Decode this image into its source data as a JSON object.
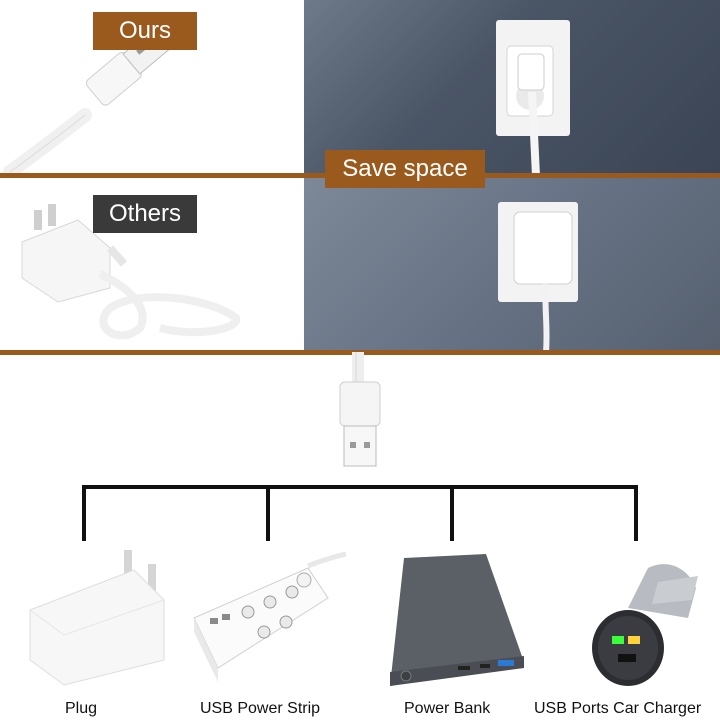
{
  "top_section": {
    "ours_label": "Ours",
    "others_label": "Others",
    "save_space_label": "Save space"
  },
  "compatible_devices": [
    {
      "label": "Plug"
    },
    {
      "label": "USB Power Strip"
    },
    {
      "label": "Power Bank"
    },
    {
      "label": "USB Ports Car Charger"
    }
  ],
  "colors": {
    "accent_brown": "#9a5a1e",
    "dark_label": "#3a3a3a",
    "wall_blue_gray": "#56606f"
  }
}
